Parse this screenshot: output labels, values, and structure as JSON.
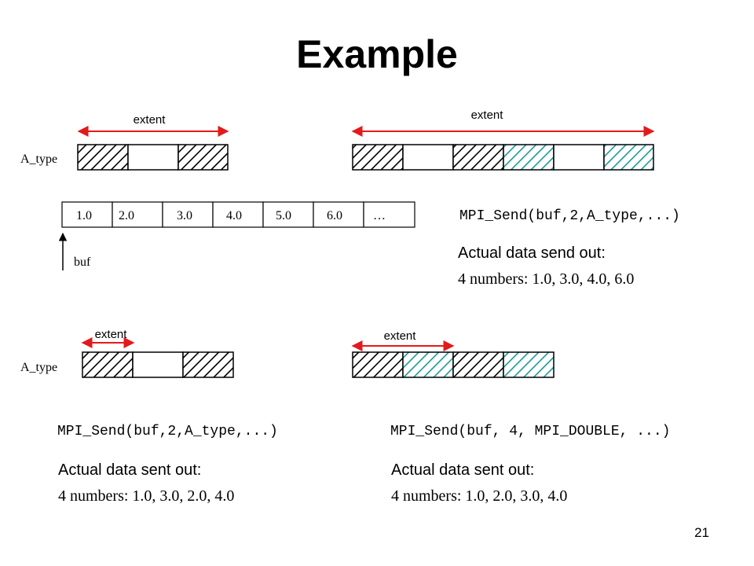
{
  "title": "Example",
  "page_number": "21",
  "colors": {
    "arrow": "#e31a1c",
    "black_hatch": "#000000",
    "teal_hatch": "#1a9a9a"
  },
  "top_section": {
    "type_label": "A_type",
    "left_extent_label": "extent",
    "right_extent_label": "extent",
    "buffer_values": [
      "1.0",
      "2.0",
      "3.0",
      "4.0",
      "5.0",
      "6.0",
      "…"
    ],
    "buf_label": "buf",
    "call": "MPI_Send(buf,2,A_type,...)",
    "result_heading": "Actual data send out:",
    "result_numbers": "4 numbers: 1.0, 3.0, 4.0, 6.0"
  },
  "bottom_section": {
    "type_label": "A_type",
    "left_extent_label": "extent",
    "right_extent_label": "extent",
    "left_call": "MPI_Send(buf,2,A_type,...)",
    "left_result_heading": "Actual data sent out:",
    "left_result_numbers": "4 numbers: 1.0, 3.0, 2.0, 4.0",
    "right_call": "MPI_Send(buf, 4, MPI_DOUBLE, ...)",
    "right_result_heading": "Actual data sent out:",
    "right_result_numbers": "4 numbers: 1.0, 2.0, 3.0, 4.0"
  }
}
